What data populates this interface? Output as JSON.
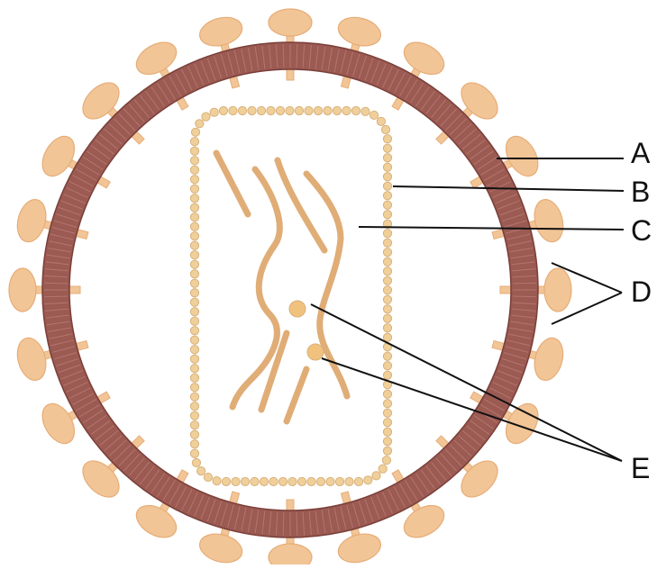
{
  "diagram": {
    "labels": [
      {
        "id": "A",
        "text": "A"
      },
      {
        "id": "B",
        "text": "B"
      },
      {
        "id": "C",
        "text": "C"
      },
      {
        "id": "D",
        "text": "D"
      },
      {
        "id": "E",
        "text": "E"
      }
    ],
    "colors": {
      "background": "#ffffff",
      "membrane": "#9b5a52",
      "membrane_light": "#c58e86",
      "spike": "#f2c596",
      "spike_edge": "#e6ad78",
      "capsomere": "#f0d09a",
      "capsomere_edge": "#d9b07a",
      "rna": "#e0ad77",
      "enzyme": "#f0c27d",
      "leader_line": "#111111"
    }
  }
}
